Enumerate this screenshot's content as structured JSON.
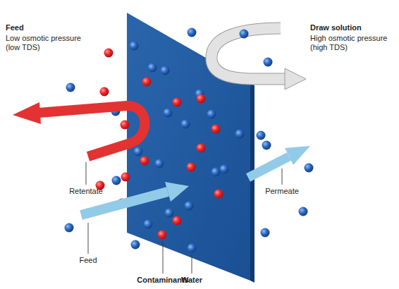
{
  "diagram": {
    "labels": [
      "Feed",
      "Low osmotic pressure (low TDS)",
      "Draw solution",
      "High osmotic pressure (high TDS)",
      "Retentate",
      "Permeate",
      "Feed",
      "Contaminants",
      "Water"
    ]
  }
}
